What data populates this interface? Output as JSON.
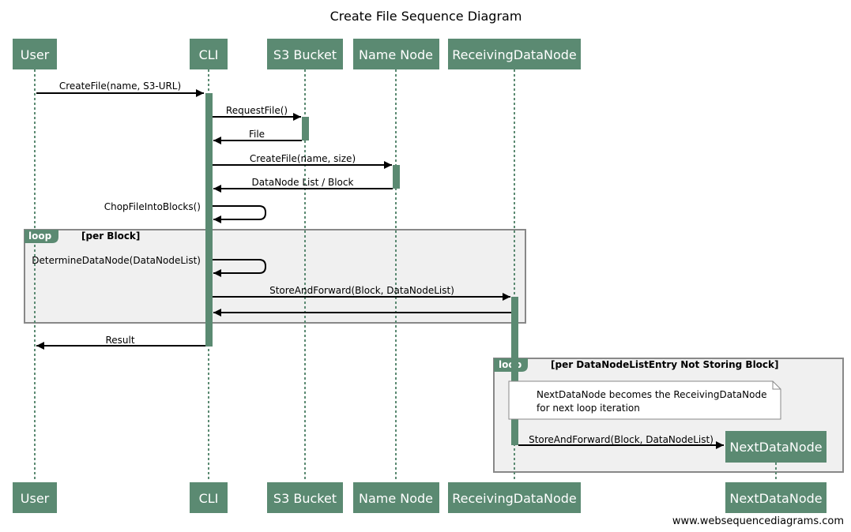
{
  "title": "Create File Sequence Diagram",
  "footer": "www.websequencediagrams.com",
  "colors": {
    "actor": "#5b8a72",
    "lifeline": "#5b8a72",
    "loop_bg": "#f0f0f0",
    "loop_border": "#888888"
  },
  "actors": {
    "user": "User",
    "cli": "CLI",
    "s3": "S3 Bucket",
    "namenode": "Name Node",
    "receiving": "ReceivingDataNode",
    "next": "NextDataNode"
  },
  "messages": {
    "m1": "CreateFile(name, S3-URL)",
    "m2": "RequestFile()",
    "m3": "File",
    "m4": "CreateFile(name, size)",
    "m5": "DataNode List / Block",
    "m6": "ChopFileIntoBlocks()",
    "m7": "DetermineDataNode(DataNodeList)",
    "m8": "StoreAndForward(Block, DataNodeList)",
    "m9": "Result",
    "m10": "StoreAndForward(Block, DataNodeList)"
  },
  "loops": {
    "loop1": {
      "tag": "loop",
      "condition": "[per Block]"
    },
    "loop2": {
      "tag": "loop",
      "condition": "[per DataNodeListEntry Not Storing Block]"
    }
  },
  "note": {
    "line1": "NextDataNode becomes the ReceivingDataNode",
    "line2": "for next loop iteration"
  }
}
